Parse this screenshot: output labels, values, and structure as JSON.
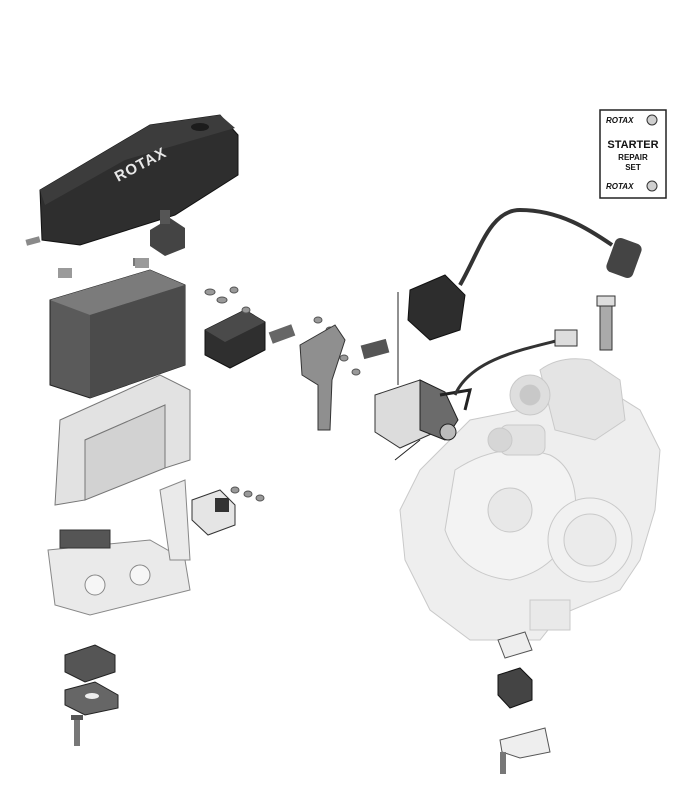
{
  "cover_brand": "ROTAX",
  "kit_card": {
    "brand_top": "ROTAX",
    "title": "STARTER",
    "line2": "REPAIR",
    "line3": "SET",
    "brand_bottom": "ROTAX"
  },
  "colors": {
    "dark_part": "#2f2f2f",
    "mid_part": "#6b6b6b",
    "light_part": "#e6e6e6",
    "ghost_engine": "#ececec",
    "outline": "#1a1a1a"
  }
}
